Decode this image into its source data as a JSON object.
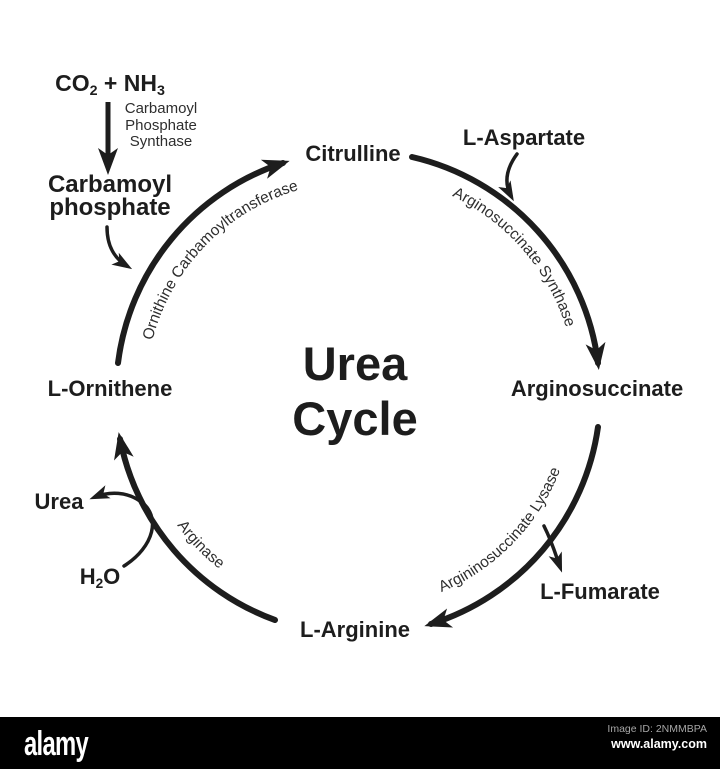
{
  "diagram": {
    "title": {
      "line1": "Urea",
      "line2": "Cycle"
    },
    "inputs": {
      "part1": "CO",
      "sub1": "2",
      "part2": " + NH",
      "sub2": "3"
    },
    "carbamoyl_synthase": {
      "line1": "Carbamoyl",
      "line2": "Phosphate",
      "line3": "Synthase"
    },
    "carbamoyl_phosphate": {
      "line1": "Carbamoyl",
      "line2": "phosphate"
    },
    "metabolites": {
      "citrulline": "Citrulline",
      "l_aspartate": "L-Aspartate",
      "arginosuccinate": "Arginosuccinate",
      "l_fumarate": "L-Fumarate",
      "l_arginine": "L-Arginine",
      "l_ornithene": "L-Ornithene",
      "urea": "Urea",
      "water": {
        "part1": "H",
        "sub1": "2",
        "part2": "O"
      }
    },
    "enzymes": {
      "ornithine_carbamoyltransferase": "Ornithine Carbamoyltransferase",
      "arginosuccinate_synthase": "Arginosuccinate Synthase",
      "argininosuccinate_lysase": "Argininosuccinate Lysase",
      "arginase": "Arginase"
    }
  },
  "footer": {
    "brand": "alamy",
    "image_id": "Image ID: 2NMMBPA",
    "website": "www.alamy.com"
  },
  "colors": {
    "ink": "#1d1d1d",
    "enzyme_text": "#2e2e2e",
    "background": "#ffffff",
    "footer_background": "#000000",
    "footer_id_text": "#a6a6a6",
    "footer_site_text": "#ffffff"
  }
}
